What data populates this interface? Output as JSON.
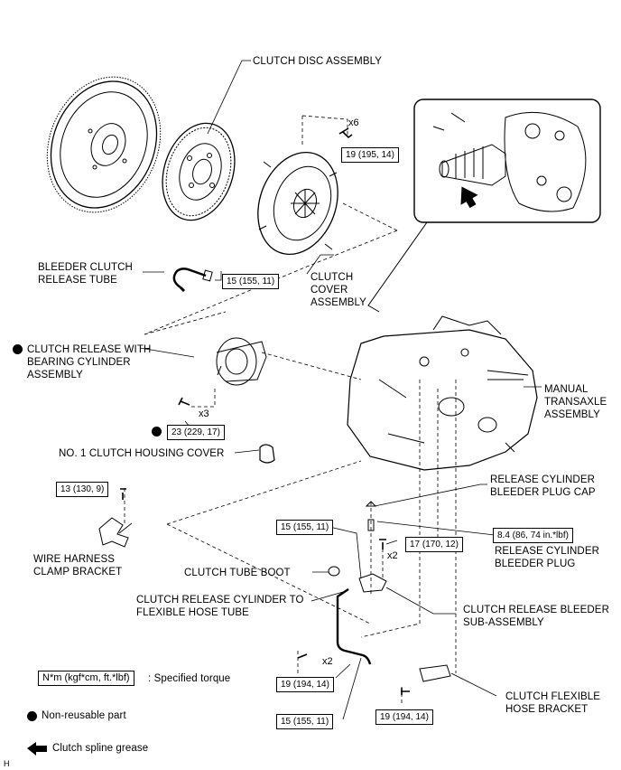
{
  "labels": {
    "clutch_disc": "CLUTCH DISC ASSEMBLY",
    "bleeder_tube": "BLEEDER CLUTCH\nRELEASE TUBE",
    "clutch_cover": "CLUTCH\nCOVER\nASSEMBLY",
    "release_bearing_cyl": "CLUTCH RELEASE WITH\nBEARING CYLINDER\nASSEMBLY",
    "manual_transaxle": "MANUAL\nTRANSAXLE\nASSEMBLY",
    "housing_cover": "NO. 1 CLUTCH HOUSING COVER",
    "bleeder_plug_cap": "RELEASE CYLINDER\nBLEEDER PLUG CAP",
    "bleeder_plug": "RELEASE CYLINDER\nBLEEDER PLUG",
    "wire_clamp": "WIRE HARNESS\nCLAMP BRACKET",
    "tube_boot": "CLUTCH TUBE BOOT",
    "release_to_flex": "CLUTCH RELEASE CYLINDER TO\nFLEXIBLE HOSE TUBE",
    "bleeder_sub": "CLUTCH RELEASE BLEEDER\nSUB-ASSEMBLY",
    "flex_bracket": "CLUTCH FLEXIBLE\nHOSE BRACKET"
  },
  "torque": {
    "cover_bolts": "19 (195, 14)",
    "bleeder_tube": "15 (155, 11)",
    "release_cyl_bolts": "23 (229, 17)",
    "clamp_bracket": "13 (130, 9)",
    "flex_tube_top": "15 (155, 11)",
    "bleeder_sub_bolts": "17 (170, 12)",
    "bleeder_plug": "8.4 (86, 74 in.*lbf)",
    "flex_tube_bolts": "19 (194, 14)",
    "flex_tube_bottom": "15 (155, 11)",
    "flex_bracket": "19 (194, 14)"
  },
  "quantities": {
    "x6": "x6",
    "x3": "x3",
    "x2_bleeder": "x2",
    "x2_tube": "x2"
  },
  "legend": {
    "torque_box": "N*m (kgf*cm, ft.*lbf)",
    "torque_text": ": Specified torque",
    "nonreusable": "Non-reusable part",
    "grease": "Clutch spline grease"
  },
  "corner_mark": "H"
}
